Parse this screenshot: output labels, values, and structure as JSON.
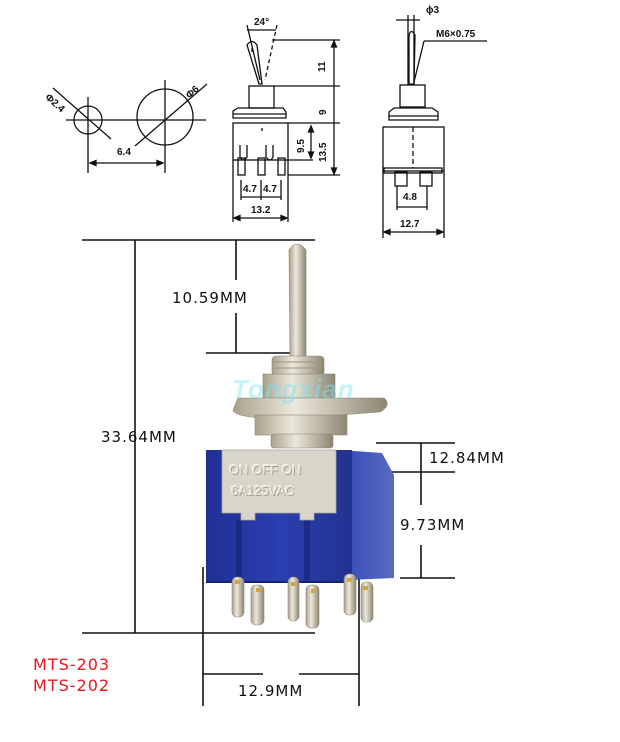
{
  "drawing": {
    "panel_hole": {
      "small_hole_diameter": "Φ2.4",
      "large_hole_diameter": "Φ6",
      "spacing": "6.4"
    },
    "side_view": {
      "toggle_angle": "24°",
      "lever_height": "11",
      "bushing_height": "9",
      "body_height": "13.5",
      "terminal_inner_height": "9.5",
      "pin_pitch_left": "4.7",
      "pin_pitch_right": "4.7",
      "body_width": "13.2"
    },
    "front_view": {
      "lever_diameter": "ϕ3",
      "thread": "M6×0.75",
      "pin_pitch": "4.8",
      "body_width": "12.7"
    }
  },
  "photo": {
    "dimensions": {
      "lever_length": "10.59MM",
      "total_height": "33.64MM",
      "bushing_to_body": "12.84MM",
      "body_height": "9.73MM",
      "body_width": "12.9MM"
    },
    "body_marking_line1": "ON OFF ON",
    "body_marking_line2": "6A125VAC",
    "watermark": "Tongxian",
    "colors": {
      "body_blue": "#2a3fa8",
      "metal": "#c9c4b5",
      "model_text": "#e8161b"
    }
  },
  "models": [
    "MTS-203",
    "MTS-202"
  ]
}
